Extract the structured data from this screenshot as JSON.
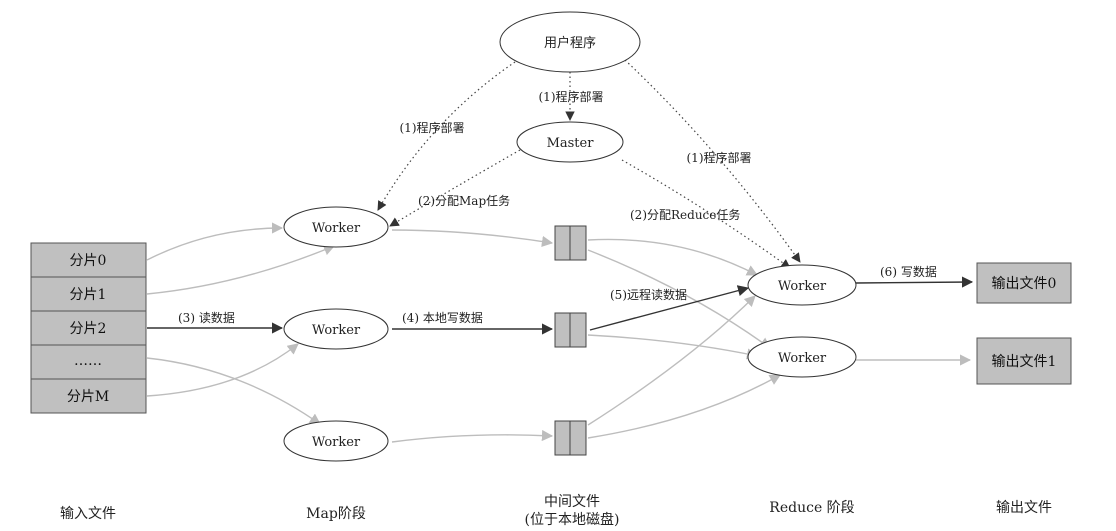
{
  "nodes": {
    "user_program": "用户程序",
    "master": "Master",
    "worker_label": "Worker"
  },
  "input_splits": [
    "分片0",
    "分片1",
    "分片2",
    "……",
    "分片M"
  ],
  "outputs": [
    "输出文件0",
    "输出文件1"
  ],
  "edge_labels": {
    "deploy": "(1)程序部署",
    "assign_map": "(2)分配Map任务",
    "assign_reduce": "(2)分配Reduce任务",
    "read": "(3) 读数据",
    "local_write": "(4) 本地写数据",
    "remote_read": "(5)远程读数据",
    "write": "(6) 写数据"
  },
  "stages": {
    "input": "输入文件",
    "map": "Map阶段",
    "intermediate_line1": "中间文件",
    "intermediate_line2": "(位于本地磁盘)",
    "reduce": "Reduce 阶段",
    "output": "输出文件"
  },
  "colors": {
    "box_fill": "#c0c0c0",
    "box_stroke": "#555555",
    "gray_arrow": "#bdbdbd",
    "dark_arrow": "#333333"
  }
}
